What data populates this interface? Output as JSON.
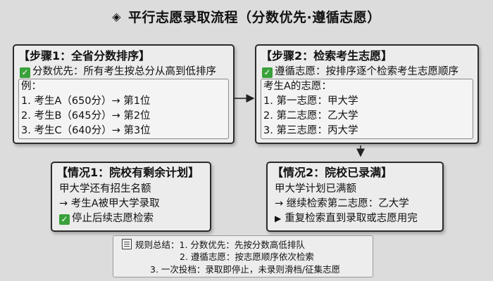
{
  "title": {
    "icon": "diamond-icon",
    "text": "平行志愿录取流程（分数优先·遵循志愿）"
  },
  "step1": {
    "heading": "【步骤1：全省分数排序】",
    "principle": "分数优先：所有考生按总分从高到低排序",
    "example_label": "例：",
    "items": [
      "1. 考生A（650分）→ 第1位",
      "2. 考生B（645分）→ 第2位",
      "3. 考生C（640分）→ 第3位"
    ]
  },
  "step2": {
    "heading": "【步骤2：检索考生志愿】",
    "principle": "遵循志愿：按排序逐个检索考生志愿顺序",
    "sub_label": "考生A的志愿：",
    "items": [
      "1. 第一志愿：甲大学",
      "2. 第二志愿：乙大学",
      "3. 第三志愿：丙大学"
    ]
  },
  "case1": {
    "heading": "【情况1：院校有剩余计划】",
    "lines": [
      "甲大学还有招生名额",
      "→ 考生A被甲大学录取"
    ],
    "check_line": "停止后续志愿检索"
  },
  "case2": {
    "heading": "【情况2：院校已录满】",
    "lines": [
      "甲大学计划已满额",
      "→ 继续检索第二志愿：乙大学"
    ],
    "play_line": "重复检索直到录取或志愿用完"
  },
  "summary": {
    "icon": "note-icon",
    "lines": [
      "规则总结：1. 分数优先：先按分数高低排队",
      "2. 遵循志愿：按志愿顺序依次检索",
      "3. 一次投档：录取即停止，未录则滑档/征集志愿"
    ]
  },
  "colors": {
    "check": "#3aa13a",
    "background": "#dcdcdc",
    "border": "#2b2b2b"
  }
}
